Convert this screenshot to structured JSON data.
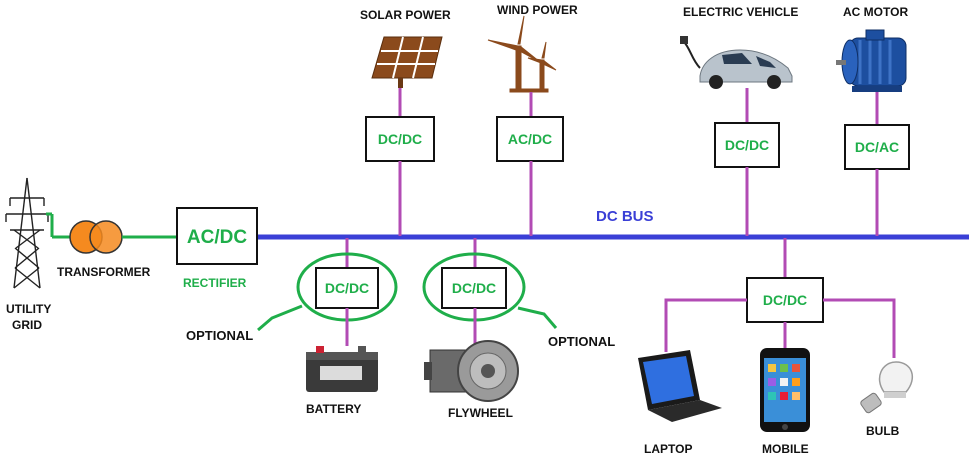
{
  "bus": {
    "label": "DC BUS",
    "color": "#3a3fd6"
  },
  "colors": {
    "converter_text": "#1fae4a",
    "branch_wire": "#b24bb4",
    "grid_wire": "#1fae4a"
  },
  "sources": {
    "utility": {
      "label_line1": "UTILITY",
      "label_line2": "GRID",
      "icon": "transmission-tower-icon"
    },
    "transformer": {
      "label": "TRANSFORMER",
      "icon": "transformer-icon"
    },
    "rectifier": {
      "converter": "AC/DC",
      "label": "RECTIFIER"
    },
    "solar": {
      "label": "SOLAR POWER",
      "converter": "DC/DC",
      "icon": "solar-panel-icon"
    },
    "wind": {
      "label": "WIND POWER",
      "converter": "AC/DC",
      "icon": "wind-turbine-icon"
    }
  },
  "storage": {
    "battery": {
      "label": "BATTERY",
      "converter": "DC/DC",
      "note": "OPTIONAL",
      "icon": "battery-icon"
    },
    "flywheel": {
      "label": "FLYWHEEL",
      "converter": "DC/DC",
      "note": "OPTIONAL",
      "icon": "flywheel-icon"
    }
  },
  "loads": {
    "ev": {
      "label": "ELECTRIC VEHICLE",
      "converter": "DC/DC",
      "icon": "electric-car-icon"
    },
    "motor": {
      "label": "AC MOTOR",
      "converter": "DC/AC",
      "icon": "ac-motor-icon"
    },
    "consumer_converter": "DC/DC",
    "laptop": {
      "label": "LAPTOP",
      "icon": "laptop-icon"
    },
    "mobile": {
      "label": "MOBILE",
      "icon": "mobile-phone-icon"
    },
    "bulb": {
      "label": "BULB",
      "icon": "light-bulb-icon"
    }
  }
}
